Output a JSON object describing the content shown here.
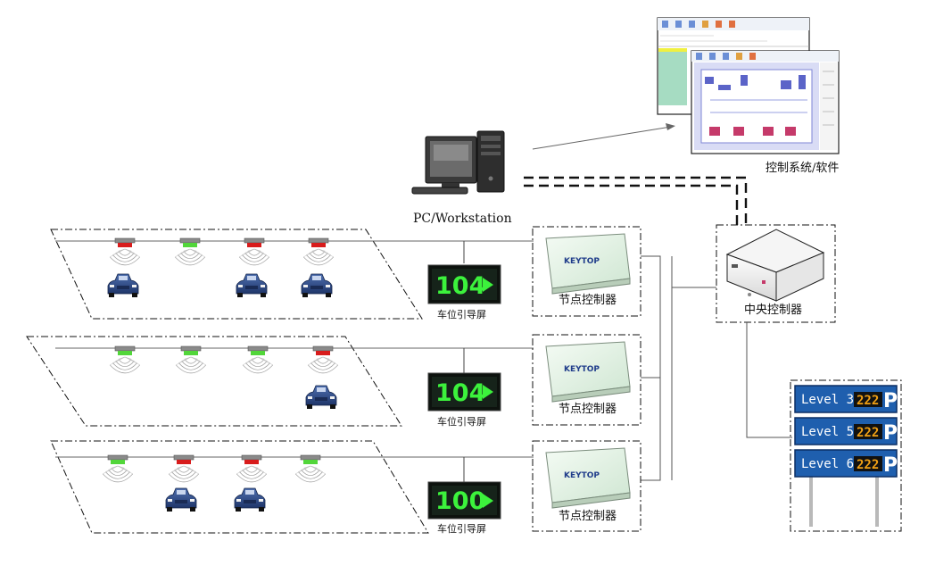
{
  "workstation_label": "PC/Workstation",
  "software_label": "控制系统/软件",
  "central_controller_label": "中央控制器",
  "node_controller_brand": "KEYTOP",
  "floors": [
    {
      "sensors": [
        "red",
        "green",
        "red",
        "red"
      ],
      "cars": [
        true,
        false,
        true,
        true
      ],
      "display_value": "104",
      "display_label": "车位引导屏",
      "controller_label": "节点控制器"
    },
    {
      "sensors": [
        "green",
        "green",
        "green",
        "red"
      ],
      "cars": [
        false,
        false,
        false,
        true
      ],
      "display_value": "104",
      "display_label": "车位引导屏",
      "controller_label": "节点控制器"
    },
    {
      "sensors": [
        "green",
        "red",
        "red",
        "green"
      ],
      "cars": [
        false,
        true,
        true,
        false
      ],
      "display_value": "100",
      "display_label": "车位引导屏",
      "controller_label": "节点控制器"
    }
  ],
  "level_signs": [
    {
      "label": "Level 3",
      "count": "222",
      "symbol": "P"
    },
    {
      "label": "Level 5",
      "count": "222",
      "symbol": "P"
    },
    {
      "label": "Level 6",
      "count": "222",
      "symbol": "P"
    }
  ],
  "colors": {
    "sensor_red": "#d81c1c",
    "sensor_green": "#52d63a",
    "display_bg": "#16231a",
    "display_digit": "#3cf23c",
    "sign_blue": "#1f5fae",
    "sign_digit": "#f0a015",
    "car_blue": "#2d4a8a"
  }
}
